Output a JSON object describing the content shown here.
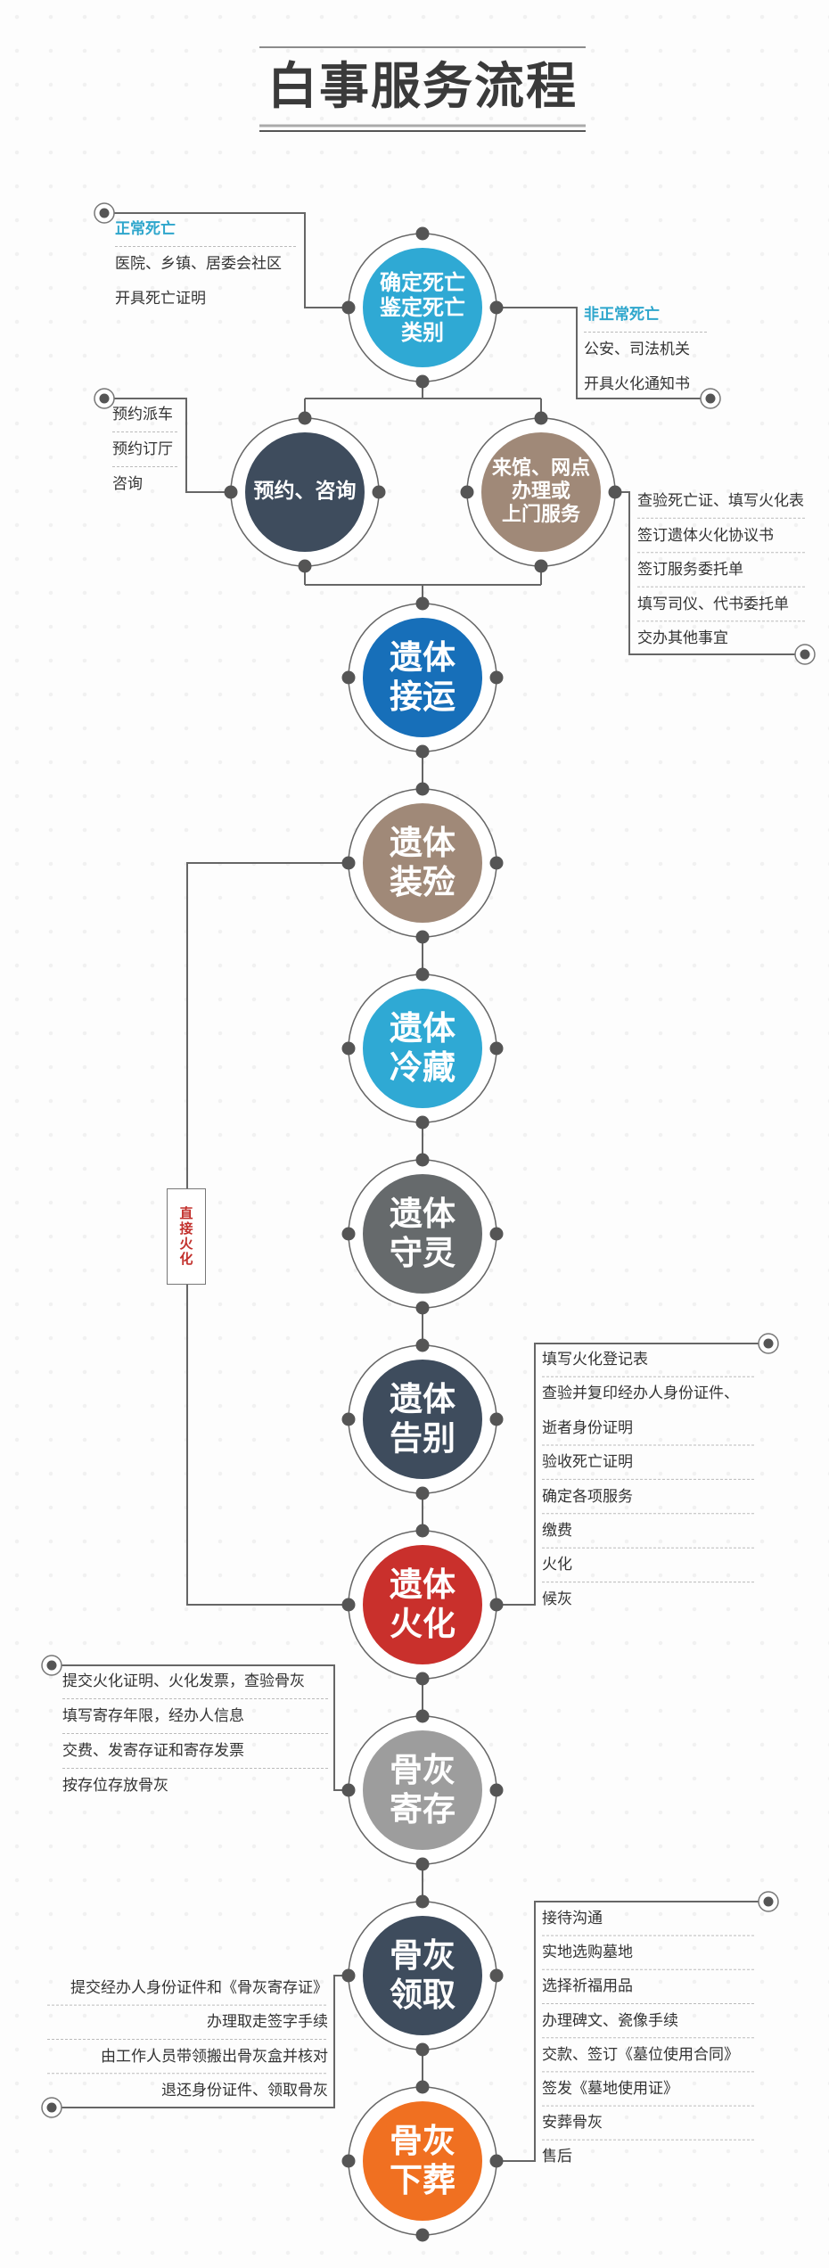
{
  "title": "白事服务流程",
  "colors": {
    "cyan": "#2fa9d4",
    "navy": "#3e4c5d",
    "brown": "#a08978",
    "blue": "#176fb9",
    "slate": "#666a6c",
    "red": "#c9302c",
    "gray": "#9d9d9d",
    "orange": "#f07021",
    "heading": "#2ea6cc",
    "label_red": "#c2302c"
  },
  "steps": [
    {
      "lines": [
        "确定死亡",
        "鉴定死亡",
        "类别"
      ],
      "color": "#2fa9d4"
    },
    {
      "lines": [
        "预约、咨询"
      ],
      "color": "#3e4c5d"
    },
    {
      "lines": [
        "来馆、网点",
        "办理或",
        "上门服务"
      ],
      "color": "#a08978"
    },
    {
      "lines": [
        "遗体",
        "接运"
      ],
      "color": "#176fb9"
    },
    {
      "lines": [
        "遗体",
        "装殓"
      ],
      "color": "#a08978"
    },
    {
      "lines": [
        "遗体",
        "冷藏"
      ],
      "color": "#2fa9d4"
    },
    {
      "lines": [
        "遗体",
        "守灵"
      ],
      "color": "#666a6c"
    },
    {
      "lines": [
        "遗体",
        "告别"
      ],
      "color": "#3e4c5d"
    },
    {
      "lines": [
        "遗体",
        "火化"
      ],
      "color": "#c9302c"
    },
    {
      "lines": [
        "骨灰",
        "寄存"
      ],
      "color": "#9d9d9d"
    },
    {
      "lines": [
        "骨灰",
        "领取"
      ],
      "color": "#3e4c5d"
    },
    {
      "lines": [
        "骨灰",
        "下葬"
      ],
      "color": "#f07021"
    }
  ],
  "direct_cremation_label": "直接火化",
  "notes": {
    "normal_death": {
      "heading": "正常死亡",
      "items": [
        "医院、乡镇、居委会社区",
        "开具死亡证明"
      ]
    },
    "abnormal_death": {
      "heading": "非正常死亡",
      "items": [
        "公安、司法机关",
        "开具火化通知书"
      ]
    },
    "reservation": {
      "items": [
        "预约派车",
        "预约订厅",
        "咨询"
      ]
    },
    "visit_service": {
      "items": [
        "查验死亡证、填写火化表",
        "签订遗体火化协议书",
        "签订服务委托单",
        "填写司仪、代书委托单",
        "交办其他事宜"
      ]
    },
    "farewell": {
      "items": [
        "填写火化登记表",
        [
          "查验并复印经办人身份证件、",
          "逝者身份证明"
        ],
        "验收死亡证明",
        "确定各项服务",
        "缴费",
        "火化",
        "候灰"
      ]
    },
    "ash_storage": {
      "items": [
        "提交火化证明、火化发票，查验骨灰",
        "填写寄存年限，经办人信息",
        "交费、发寄存证和寄存发票",
        "按存位存放骨灰"
      ]
    },
    "ash_collection": {
      "items": [
        "提交经办人身份证件和《骨灰寄存证》",
        "办理取走签字手续",
        "由工作人员带领搬出骨灰盒并核对",
        "退还身份证件、领取骨灰"
      ]
    },
    "burial": {
      "items": [
        "接待沟通",
        "实地选购墓地",
        "选择祈福用品",
        "办理碑文、瓷像手续",
        "交款、签订《墓位使用合同》",
        "签发《墓地使用证》",
        "安葬骨灰",
        "售后"
      ]
    }
  }
}
